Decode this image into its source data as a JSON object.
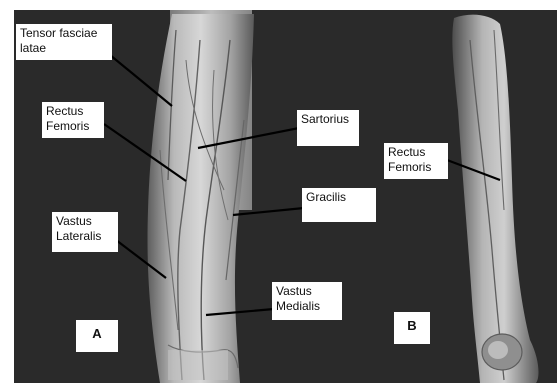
{
  "figure": {
    "panels": [
      {
        "id": "A",
        "label": "A",
        "annotations": [
          {
            "key": "tensor",
            "text": "Tensor fasciae\nlatae"
          },
          {
            "key": "rectus",
            "text": "Rectus\nFemoris"
          },
          {
            "key": "sartorius",
            "text": "Sartorius"
          },
          {
            "key": "gracilis",
            "text": "Gracilis"
          },
          {
            "key": "vastus_lateralis",
            "text": "Vastus\nLateralis"
          },
          {
            "key": "vastus_medialis",
            "text": "Vastus\nMedialis"
          }
        ]
      },
      {
        "id": "B",
        "label": "B",
        "annotations": [
          {
            "key": "rectus_b",
            "text": "Rectus\nFemoris"
          }
        ]
      }
    ],
    "colors": {
      "background": "#2a2a2a",
      "frame": "#ffffff",
      "muscle_light": "#d4d4d4",
      "muscle_mid": "#9a9a9a",
      "muscle_dark": "#575757",
      "leader_line": "#000000",
      "label_box": "#ffffff",
      "label_text": "#111111"
    }
  }
}
